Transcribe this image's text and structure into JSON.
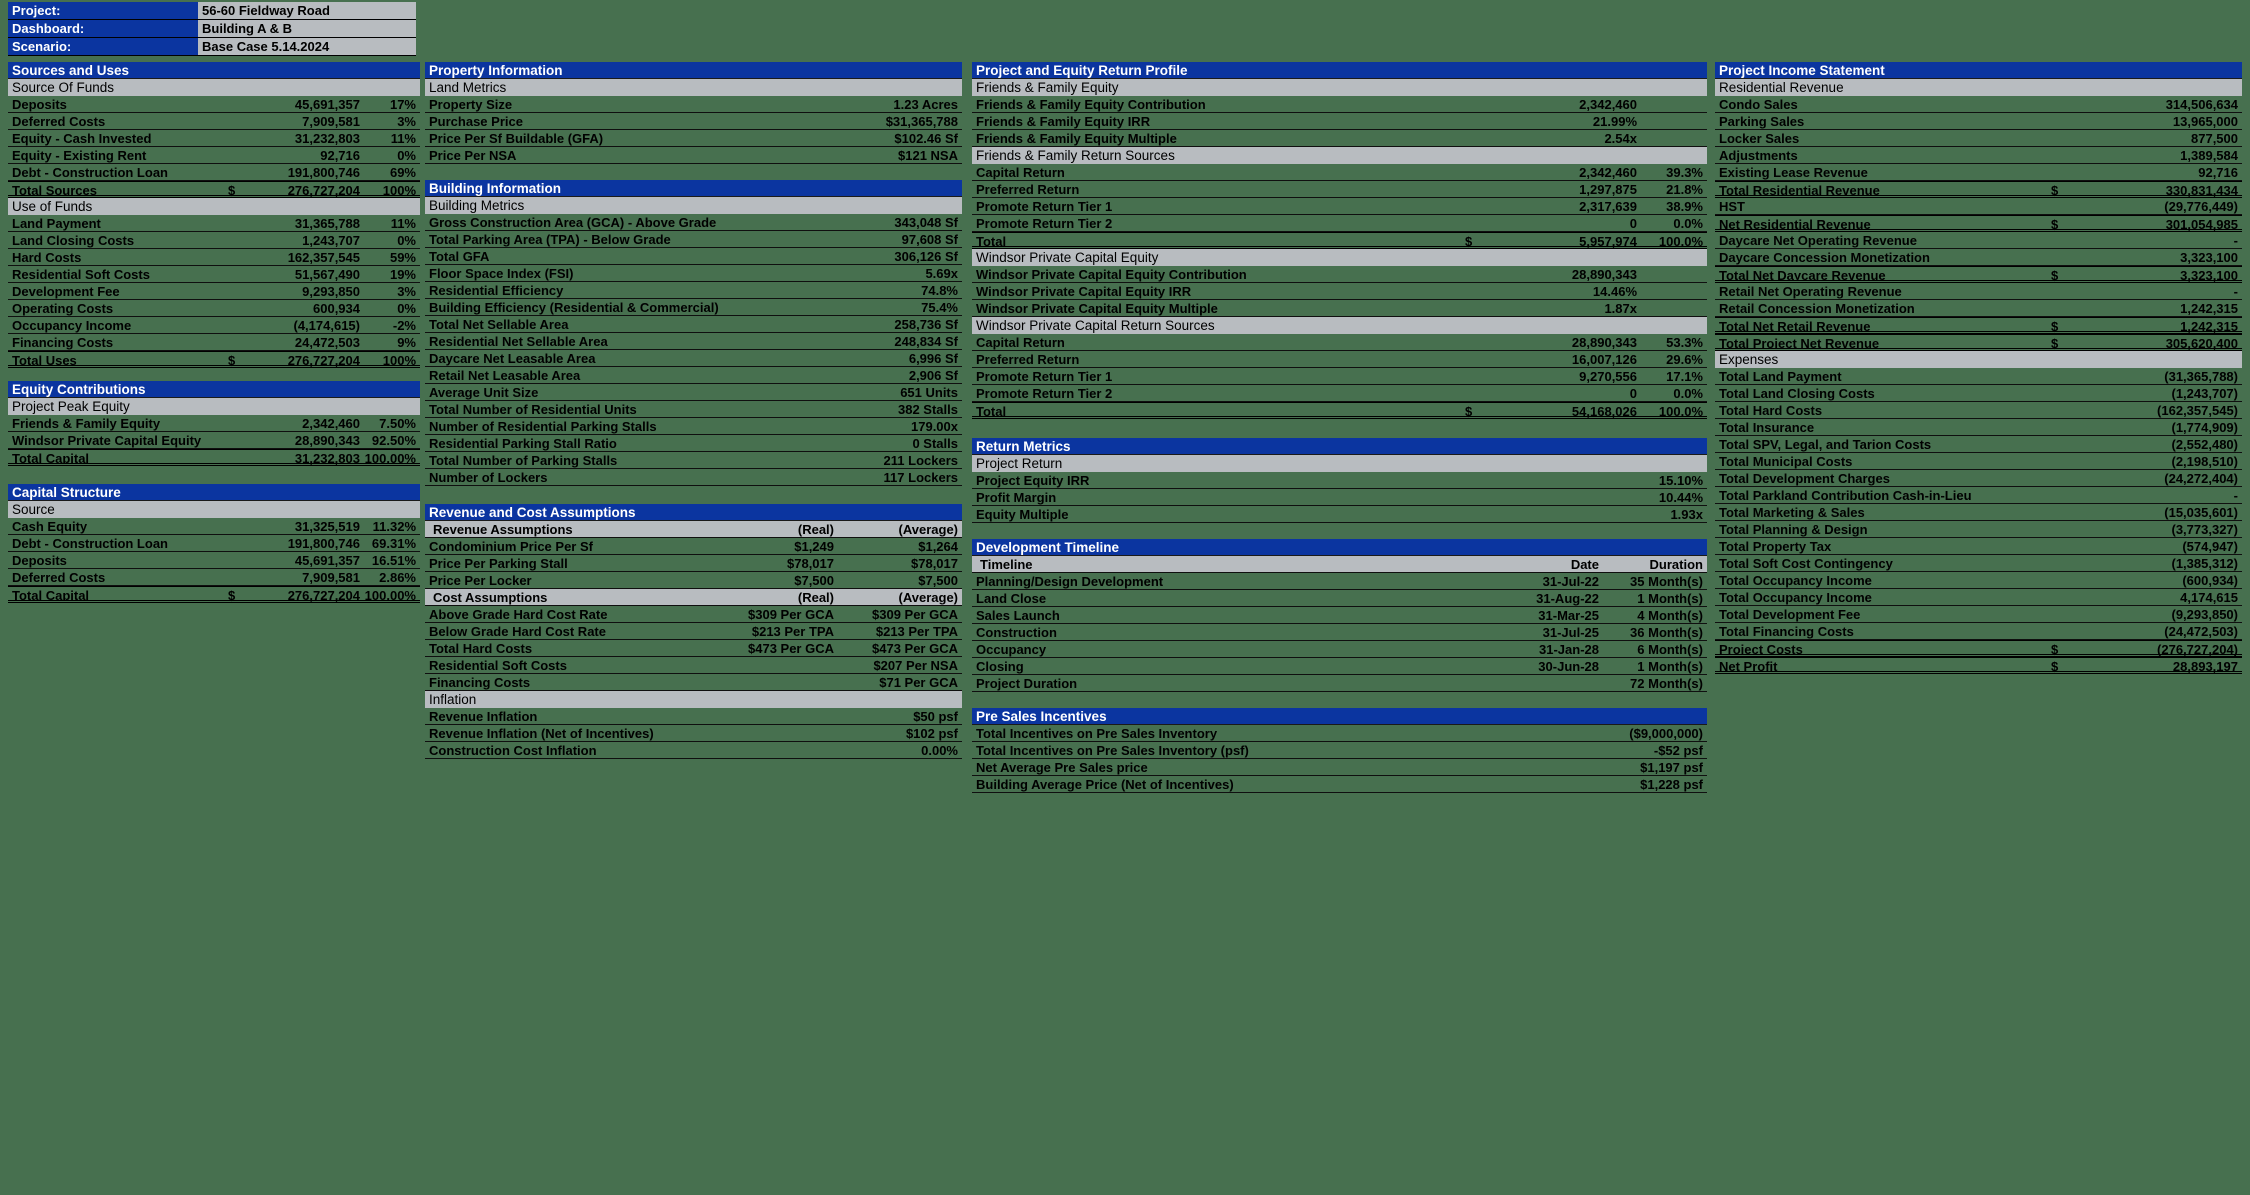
{
  "header": {
    "rows": [
      {
        "label": "Project:",
        "value": "56-60 Fieldway Road"
      },
      {
        "label": "Dashboard:",
        "value": "Building A & B"
      },
      {
        "label": "Scenario:",
        "value": "Base Case 5.14.2024"
      }
    ]
  },
  "sources_uses": {
    "title": "Sources and Uses",
    "sub_sources": "Source Of Funds",
    "sources": [
      {
        "label": "Deposits",
        "amount": "45,691,357",
        "pct": "17%"
      },
      {
        "label": "Deferred Costs",
        "amount": "7,909,581",
        "pct": "3%"
      },
      {
        "label": "Equity - Cash Invested",
        "amount": "31,232,803",
        "pct": "11%"
      },
      {
        "label": "Equity - Existing Rent",
        "amount": "92,716",
        "pct": "0%"
      },
      {
        "label": "Debt - Construction Loan",
        "amount": "191,800,746",
        "pct": "69%"
      }
    ],
    "total_sources": {
      "label": "Total Sources",
      "cur": "$",
      "amount": "276,727,204",
      "pct": "100%"
    },
    "sub_uses": "Use of Funds",
    "uses": [
      {
        "label": "Land Payment",
        "amount": "31,365,788",
        "pct": "11%"
      },
      {
        "label": "Land Closing Costs",
        "amount": "1,243,707",
        "pct": "0%"
      },
      {
        "label": "Hard Costs",
        "amount": "162,357,545",
        "pct": "59%"
      },
      {
        "label": "Residential Soft Costs",
        "amount": "51,567,490",
        "pct": "19%"
      },
      {
        "label": "Development Fee",
        "amount": "9,293,850",
        "pct": "3%"
      },
      {
        "label": "Operating Costs",
        "amount": "600,934",
        "pct": "0%"
      },
      {
        "label": "Occupancy Income",
        "amount": "(4,174,615)",
        "pct": "-2%"
      },
      {
        "label": "Financing Costs",
        "amount": "24,472,503",
        "pct": "9%"
      }
    ],
    "total_uses": {
      "label": "Total Uses",
      "cur": "$",
      "amount": "276,727,204",
      "pct": "100%"
    }
  },
  "equity_contributions": {
    "title": "Equity Contributions",
    "sub": "Project Peak Equity",
    "rows": [
      {
        "label": "Friends & Family Equity",
        "amount": "2,342,460",
        "pct": "7.50%"
      },
      {
        "label": "Windsor Private Capital Equity",
        "amount": "28,890,343",
        "pct": "92.50%"
      }
    ],
    "total": {
      "label": "Total Capital",
      "amount": "31,232,803",
      "pct": "100.00%"
    }
  },
  "capital_structure": {
    "title": "Capital Structure",
    "sub": "Source",
    "rows": [
      {
        "label": "Cash Equity",
        "amount": "31,325,519",
        "pct": "11.32%"
      },
      {
        "label": "Debt - Construction Loan",
        "amount": "191,800,746",
        "pct": "69.31%"
      },
      {
        "label": "Deposits",
        "amount": "45,691,357",
        "pct": "16.51%"
      },
      {
        "label": "Deferred Costs",
        "amount": "7,909,581",
        "pct": "2.86%"
      }
    ],
    "total": {
      "label": "Total Capital",
      "cur": "$",
      "amount": "276,727,204",
      "pct": "100.00%"
    }
  },
  "property_information": {
    "title": "Property Information",
    "sub": "Land Metrics",
    "rows": [
      {
        "label": "Property Size",
        "value": "1.23 Acres"
      },
      {
        "label": "Purchase Price",
        "value": "$31,365,788"
      },
      {
        "label": "Price Per Sf Buildable (GFA)",
        "value": "$102.46 Sf"
      },
      {
        "label": "Price Per NSA",
        "value": "$121 NSA"
      }
    ]
  },
  "building_information": {
    "title": "Building Information",
    "sub": "Building Metrics",
    "rows": [
      {
        "label": "Gross Construction Area (GCA) - Above Grade",
        "value": "343,048 Sf"
      },
      {
        "label": "Total Parking Area (TPA) - Below Grade",
        "value": "97,608 Sf"
      },
      {
        "label": "Total GFA",
        "value": "306,126 Sf"
      },
      {
        "label": "Floor Space Index (FSI)",
        "value": "5.69x"
      },
      {
        "label": "Residential Efficiency",
        "value": "74.8%"
      },
      {
        "label": "Building Efficiency (Residential & Commercial)",
        "value": "75.4%"
      },
      {
        "label": "Total Net Sellable Area",
        "value": "258,736 Sf"
      },
      {
        "label": "Residential Net Sellable Area",
        "value": "248,834 Sf"
      },
      {
        "label": "Daycare Net Leasable Area",
        "value": "6,996 Sf"
      },
      {
        "label": "Retail Net Leasable Area",
        "value": "2,906 Sf"
      },
      {
        "label": "Average Unit Size",
        "value": "651 Units"
      },
      {
        "label": "Total Number of Residential Units",
        "value": "382 Stalls"
      },
      {
        "label": "Number of Residential Parking Stalls",
        "value": "179.00x"
      },
      {
        "label": "Residential Parking Stall Ratio",
        "value": "0 Stalls"
      },
      {
        "label": "Total Number of Parking Stalls",
        "value": "211 Lockers"
      },
      {
        "label": "Number of Lockers",
        "value": "117 Lockers"
      }
    ]
  },
  "revenue_cost_assumptions": {
    "title": "Revenue and Cost Assumptions",
    "sub_revenue": "Revenue Assumptions",
    "col_real": "(Real)",
    "col_average": "(Average)",
    "revenue_rows": [
      {
        "label": "Condominium Price Per Sf",
        "real": "$1,249",
        "avg": "$1,264"
      },
      {
        "label": "Price Per Parking Stall",
        "real": "$78,017",
        "avg": "$78,017"
      },
      {
        "label": "Price Per Locker",
        "real": "$7,500",
        "avg": "$7,500"
      }
    ],
    "sub_cost": "Cost Assumptions",
    "cost_rows": [
      {
        "label": "Above Grade Hard Cost Rate",
        "real": "$309 Per GCA",
        "avg": "$309 Per GCA"
      },
      {
        "label": "Below Grade Hard Cost Rate",
        "real": "$213 Per TPA",
        "avg": "$213 Per TPA"
      },
      {
        "label": "Total Hard Costs",
        "real": "$473 Per GCA",
        "avg": "$473 Per GCA"
      },
      {
        "label": "Residential Soft Costs",
        "real": "",
        "avg": "$207 Per NSA"
      },
      {
        "label": "Financing Costs",
        "real": "",
        "avg": "$71 Per GCA"
      }
    ],
    "sub_inflation": "Inflation",
    "inflation_rows": [
      {
        "label": "Revenue Inflation",
        "value": "$50 psf"
      },
      {
        "label": "Revenue Inflation (Net of Incentives)",
        "value": "$102 psf"
      },
      {
        "label": "Construction Cost Inflation",
        "value": "0.00%"
      }
    ]
  },
  "return_profile": {
    "title": "Project and Equity Return Profile",
    "ff_header": "Friends & Family Equity",
    "ff_rows": [
      {
        "label": "Friends & Family Equity Contribution",
        "amount": "2,342,460",
        "pct": ""
      },
      {
        "label": "Friends & Family Equity IRR",
        "amount": "21.99%",
        "pct": ""
      },
      {
        "label": "Friends & Family Equity Multiple",
        "amount": "2.54x",
        "pct": ""
      }
    ],
    "ff_sources_header": "Friends & Family Return Sources",
    "ff_sources": [
      {
        "label": "Capital Return",
        "amount": "2,342,460",
        "pct": "39.3%"
      },
      {
        "label": "Preferred Return",
        "amount": "1,297,875",
        "pct": "21.8%"
      },
      {
        "label": "Promote Return Tier 1",
        "amount": "2,317,639",
        "pct": "38.9%"
      },
      {
        "label": "Promote Return Tier 2",
        "amount": "0",
        "pct": "0.0%"
      }
    ],
    "ff_total": {
      "label": "Total",
      "cur": "$",
      "amount": "5,957,974",
      "pct": "100.0%"
    },
    "wpc_header": "Windsor Private Capital Equity",
    "wpc_rows": [
      {
        "label": "Windsor Private Capital Equity Contribution",
        "amount": "28,890,343",
        "pct": ""
      },
      {
        "label": "Windsor Private Capital Equity IRR",
        "amount": "14.46%",
        "pct": ""
      },
      {
        "label": "Windsor Private Capital Equity Multiple",
        "amount": "1.87x",
        "pct": ""
      }
    ],
    "wpc_sources_header": "Windsor Private Capital Return Sources",
    "wpc_sources": [
      {
        "label": "Capital Return",
        "amount": "28,890,343",
        "pct": "53.3%"
      },
      {
        "label": "Preferred Return",
        "amount": "16,007,126",
        "pct": "29.6%"
      },
      {
        "label": "Promote Return Tier 1",
        "amount": "9,270,556",
        "pct": "17.1%"
      },
      {
        "label": "Promote Return Tier 2",
        "amount": "0",
        "pct": "0.0%"
      }
    ],
    "wpc_total": {
      "label": "Total",
      "cur": "$",
      "amount": "54,168,026",
      "pct": "100.0%"
    }
  },
  "return_metrics": {
    "title": "Return Metrics",
    "sub": "Project Return",
    "rows": [
      {
        "label": "Project Equity IRR",
        "value": "15.10%"
      },
      {
        "label": "Profit Margin",
        "value": "10.44%"
      },
      {
        "label": "Equity Multiple",
        "value": "1.93x"
      }
    ]
  },
  "development_timeline": {
    "title": "Development Timeline",
    "sub_timeline": "Timeline",
    "col_date": "Date",
    "col_duration": "Duration",
    "rows": [
      {
        "label": "Planning/Design Development",
        "date": "31-Jul-22",
        "duration": "35 Month(s)"
      },
      {
        "label": "Land Close",
        "date": "31-Aug-22",
        "duration": "1 Month(s)"
      },
      {
        "label": "Sales Launch",
        "date": "31-Mar-25",
        "duration": "4 Month(s)"
      },
      {
        "label": "Construction",
        "date": "31-Jul-25",
        "duration": "36 Month(s)"
      },
      {
        "label": "Occupancy",
        "date": "31-Jan-28",
        "duration": "6 Month(s)"
      },
      {
        "label": "Closing",
        "date": "30-Jun-28",
        "duration": "1 Month(s)"
      },
      {
        "label": "Project Duration",
        "date": "",
        "duration": "72 Month(s)"
      }
    ]
  },
  "pre_sales_incentives": {
    "title": "Pre Sales Incentives",
    "rows": [
      {
        "label": "Total Incentives on Pre Sales Inventory",
        "value": "($9,000,000)"
      },
      {
        "label": "Total Incentives on Pre Sales Inventory (psf)",
        "value": "-$52 psf"
      },
      {
        "label": "Net Average Pre Sales price",
        "value": "$1,197 psf"
      },
      {
        "label": "Building Average Price (Net of Incentives)",
        "value": "$1,228 psf"
      }
    ]
  },
  "income_statement": {
    "title": "Project Income Statement",
    "sub_residential": "Residential Revenue",
    "residential_rows": [
      {
        "label": "Condo Sales",
        "value": "314,506,634"
      },
      {
        "label": "Parking Sales",
        "value": "13,965,000"
      },
      {
        "label": "Locker Sales",
        "value": "877,500"
      },
      {
        "label": "Adjustments",
        "value": "1,389,584"
      },
      {
        "label": "Existing Lease Revenue",
        "value": "92,716"
      }
    ],
    "total_residential": {
      "label": "Total Residential Revenue",
      "cur": "$",
      "value": "330,831,434"
    },
    "hst": {
      "label": "HST",
      "value": "(29,776,449)"
    },
    "net_residential": {
      "label": "Net Residential Revenue",
      "cur": "$",
      "value": "301,054,985"
    },
    "daycare_rows": [
      {
        "label": "Daycare Net Operating Revenue",
        "value": "-"
      },
      {
        "label": "Daycare Concession Monetization",
        "value": "3,323,100"
      }
    ],
    "total_daycare": {
      "label": "Total Net Daycare Revenue",
      "cur": "$",
      "value": "3,323,100"
    },
    "retail_rows": [
      {
        "label": "Retail Net Operating Revenue",
        "value": "-"
      },
      {
        "label": "Retail Concession Monetization",
        "value": "1,242,315"
      }
    ],
    "total_retail": {
      "label": "Total Net Retail Revenue",
      "cur": "$",
      "value": "1,242,315"
    },
    "total_project": {
      "label": "Total Project Net Revenue",
      "cur": "$",
      "value": "305,620,400"
    },
    "sub_expenses": "Expenses",
    "expense_rows": [
      {
        "label": "Total Land Payment",
        "value": "(31,365,788)"
      },
      {
        "label": "Total Land Closing Costs",
        "value": "(1,243,707)"
      },
      {
        "label": "Total Hard Costs",
        "value": "(162,357,545)"
      },
      {
        "label": "Total Insurance",
        "value": "(1,774,909)"
      },
      {
        "label": "Total SPV, Legal, and Tarion Costs",
        "value": "(2,552,480)"
      },
      {
        "label": "Total Municipal Costs",
        "value": "(2,198,510)"
      },
      {
        "label": "Total Development Charges",
        "value": "(24,272,404)"
      },
      {
        "label": "Total Parkland Contribution Cash-in-Lieu",
        "value": "-"
      },
      {
        "label": "Total Marketing & Sales",
        "value": "(15,035,601)"
      },
      {
        "label": "Total Planning & Design",
        "value": "(3,773,327)"
      },
      {
        "label": "Total Property Tax",
        "value": "(574,947)"
      },
      {
        "label": "Total Soft Cost Contingency",
        "value": "(1,385,312)"
      },
      {
        "label": "Total Occupancy Income",
        "value": "(600,934)"
      },
      {
        "label": "Total Occupancy Income ",
        "value": "4,174,615"
      },
      {
        "label": "Total Development Fee",
        "value": "(9,293,850)"
      },
      {
        "label": "Total Financing Costs",
        "value": "(24,472,503)"
      }
    ],
    "project_costs": {
      "label": "Project Costs",
      "cur": "$",
      "value": "(276,727,204)"
    },
    "net_profit": {
      "label": "Net Profit",
      "cur": "$",
      "value": "28,893,197"
    }
  }
}
